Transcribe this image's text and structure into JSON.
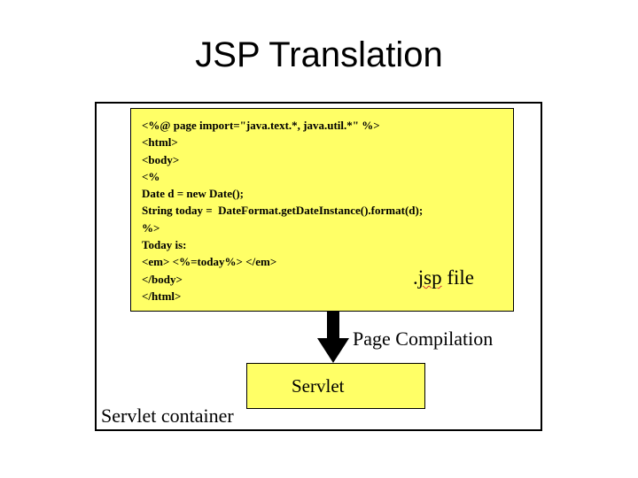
{
  "slide": {
    "title": "JSP Translation"
  },
  "jsp_file": {
    "code_lines": [
      "<%@ page import=\"java.text.*, java.util.*\" %>",
      "<html>",
      "<body>",
      "<%",
      "Date d = new Date();",
      "String today =  DateFormat.getDateInstance().format(d);",
      "%>",
      "Today is:",
      "<em> <%=today%> </em>",
      "</body>",
      "</html>"
    ],
    "label_prefix": ".",
    "label_squiggled": "jsp",
    "label_suffix": " file"
  },
  "compilation": {
    "label": "Page Compilation"
  },
  "servlet": {
    "label": "Servlet"
  },
  "container": {
    "label": "Servlet container"
  },
  "colors": {
    "box_fill": "#ffff66",
    "border": "#000000",
    "squiggle": "#cc3333"
  },
  "icons": {
    "arrow": "down-arrow-icon"
  }
}
